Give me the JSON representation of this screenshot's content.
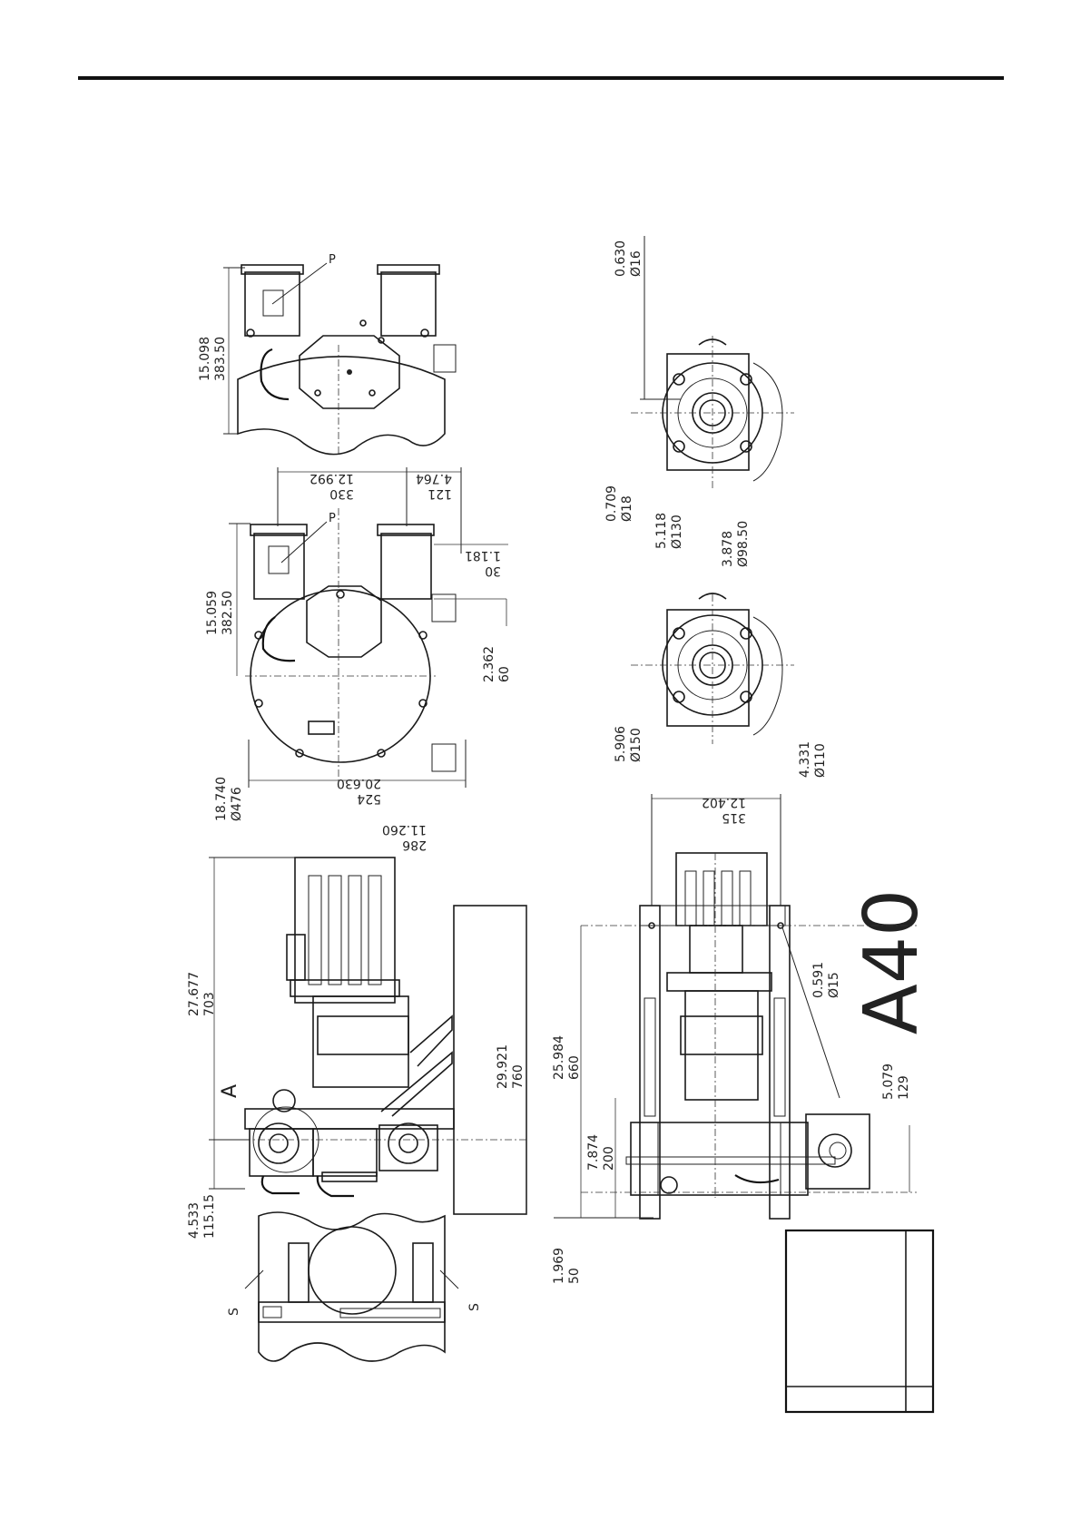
{
  "model": "A40",
  "letters": {
    "view_a": "A",
    "label_s": "S",
    "label_p": "P",
    "diameter_symbol": "Ø"
  },
  "dimensions": {
    "d1": [
      "15.098",
      "383.50"
    ],
    "d2": [
      "15.059",
      "382.50"
    ],
    "d3": [
      "12.992",
      "330"
    ],
    "d4": [
      "4.764",
      "121"
    ],
    "d5": [
      "1.181",
      "30"
    ],
    "d6": [
      "2.362",
      "60"
    ],
    "d7": [
      "18.740",
      "Ø476"
    ],
    "d8": [
      "20.630",
      "524"
    ],
    "d9": [
      "11.260",
      "286"
    ],
    "d10": [
      "27.677",
      "703"
    ],
    "d11": [
      "29.921",
      "760"
    ],
    "d12": [
      "4.533",
      "115.15"
    ],
    "d13": [
      "0.630",
      "Ø16"
    ],
    "d14": [
      "0.709",
      "Ø18"
    ],
    "d15": [
      "5.118",
      "Ø130"
    ],
    "d16": [
      "3.878",
      "Ø98.50"
    ],
    "d17": [
      "5.906",
      "Ø150"
    ],
    "d18": [
      "4.331",
      "Ø110"
    ],
    "d19": [
      "12.402",
      "315"
    ],
    "d20": [
      "0.591",
      "Ø15"
    ],
    "d21": [
      "25.984",
      "660"
    ],
    "d22": [
      "5.079",
      "129"
    ],
    "d23": [
      "7.874",
      "200"
    ],
    "d24": [
      "1.969",
      "50"
    ]
  }
}
